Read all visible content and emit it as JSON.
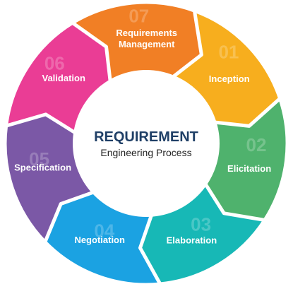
{
  "center": {
    "title": "REQUIREMENT",
    "subtitle": "Engineering Process",
    "title_color": "#1f3f66",
    "subtitle_color": "#222222"
  },
  "stages": [
    {
      "number": "01",
      "label": [
        "Inception"
      ],
      "color": "#f7ae1e"
    },
    {
      "number": "02",
      "label": [
        "Elicitation"
      ],
      "color": "#4fb26d"
    },
    {
      "number": "03",
      "label": [
        "Elaboration"
      ],
      "color": "#17b8b6"
    },
    {
      "number": "04",
      "label": [
        "Negotiation"
      ],
      "color": "#1ba2e2"
    },
    {
      "number": "05",
      "label": [
        "Specification"
      ],
      "color": "#7b58a6"
    },
    {
      "number": "06",
      "label": [
        "Validation"
      ],
      "color": "#ea3d95"
    },
    {
      "number": "07",
      "label": [
        "Requirements",
        "Management"
      ],
      "color": "#f17f25"
    }
  ]
}
